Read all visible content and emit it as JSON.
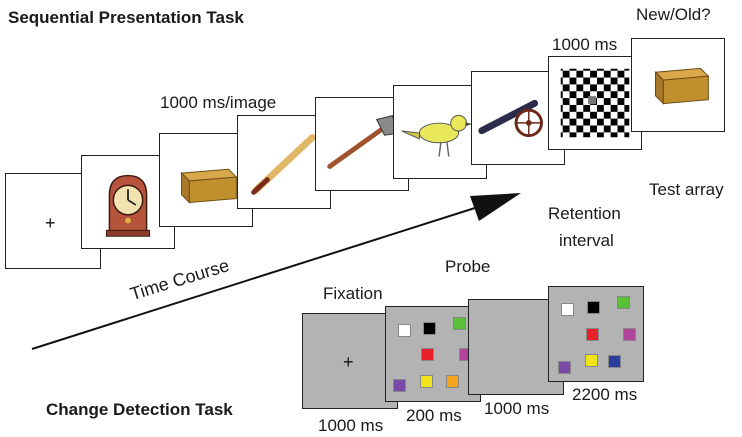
{
  "sequential": {
    "title": "Sequential Presentation Task",
    "per_image": "1000 ms/image",
    "retention_time": "1000 ms",
    "question": "New/Old?",
    "retention_label_1": "Retention",
    "retention_label_2": "interval",
    "test_label": "Test array",
    "fixation_symbol": "+",
    "items": [
      "fixation",
      "clock",
      "wooden-box",
      "baseball-bat",
      "axe",
      "bird",
      "cannon",
      "checkerboard-mask",
      "wooden-box"
    ]
  },
  "time_course": "Time Course",
  "change_detection": {
    "title": "Change Detection Task",
    "fixation_label": "Fixation",
    "probe_label": "Probe",
    "fixation_symbol": "+",
    "durations": [
      "1000 ms",
      "200 ms",
      "1000 ms",
      "2200 ms"
    ],
    "probe_colors": [
      "#ffffff",
      "#000000",
      "#5cbf3a",
      "#e8202a",
      "#b0449c",
      "#7b4aa6",
      "#f2e21a",
      "#f5a41e"
    ],
    "test_colors": [
      "#ffffff",
      "#000000",
      "#5cbf3a",
      "#e8202a",
      "#b0449c",
      "#7b4aa6",
      "#f2e21a",
      "#2c3fa0"
    ]
  }
}
